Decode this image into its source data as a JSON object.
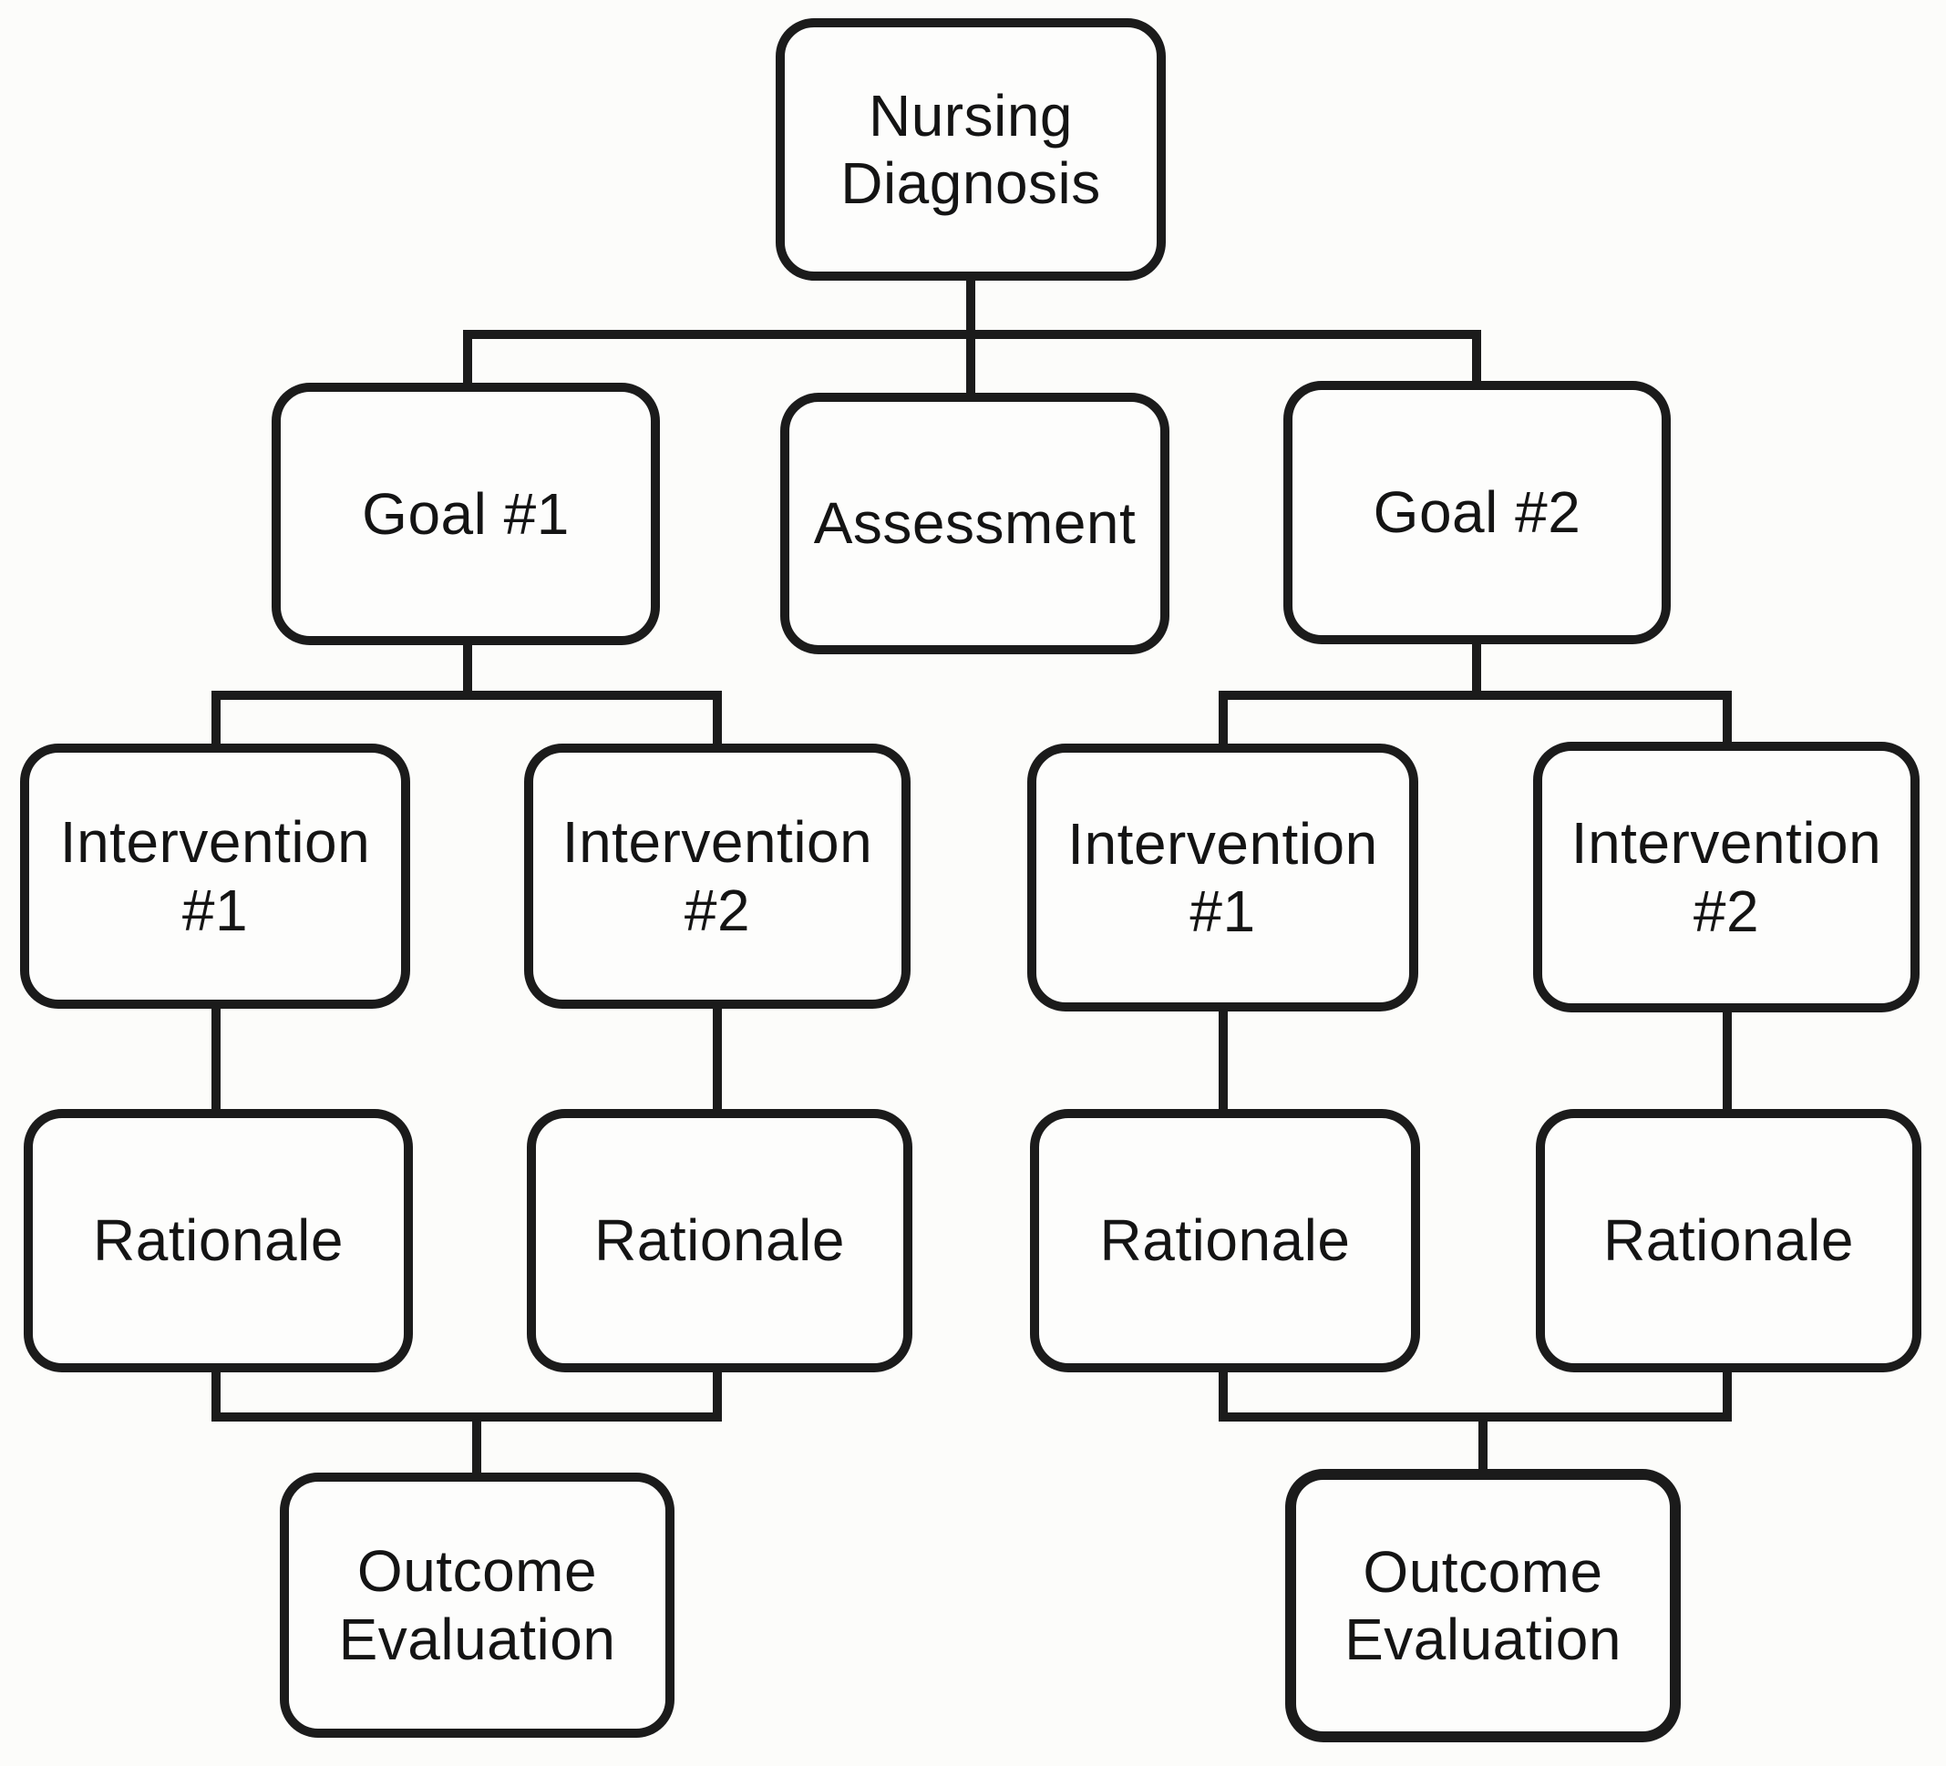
{
  "diagram": {
    "type": "flowchart",
    "background_color": "#fcfcfa",
    "line_color": "#1b1b1b",
    "box_fill": "#fdfdfc",
    "text_color": "#141414",
    "nodes": {
      "nursing_diagnosis": "Nursing\nDiagnosis",
      "assessment": "Assessment",
      "goal1": {
        "label": "Goal #1",
        "intervention1": "Intervention\n#1",
        "intervention2": "Intervention\n#2",
        "rationale1": "Rationale",
        "rationale2": "Rationale",
        "outcome": "Outcome\nEvaluation"
      },
      "goal2": {
        "label": "Goal #2",
        "intervention1": "Intervention\n#1",
        "intervention2": "Intervention\n#2",
        "rationale1": "Rationale",
        "rationale2": "Rationale",
        "outcome": "Outcome\nEvaluation"
      }
    }
  }
}
